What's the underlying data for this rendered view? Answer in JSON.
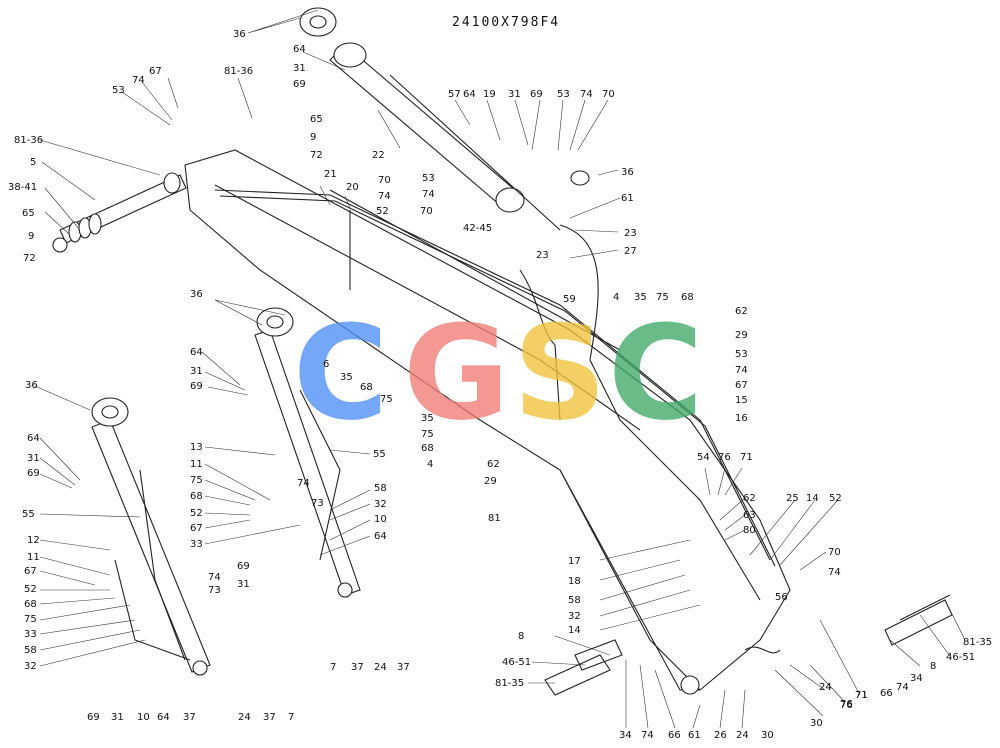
{
  "diagram": {
    "title": "24100X798F4",
    "watermark": {
      "letters": [
        "C",
        "G",
        "S",
        "C"
      ],
      "colors": [
        "#4f8ff7",
        "#f07c74",
        "#f2c23a",
        "#3fa867"
      ]
    },
    "callouts": [
      "36",
      "64",
      "31",
      "69",
      "67",
      "74",
      "53",
      "81-36",
      "65",
      "9",
      "72",
      "81-36",
      "5",
      "38-41",
      "65",
      "9",
      "72",
      "57",
      "64",
      "19",
      "31",
      "69",
      "53",
      "74",
      "70",
      "22",
      "36",
      "61",
      "21",
      "20",
      "70",
      "74",
      "52",
      "53",
      "74",
      "70",
      "42-45",
      "23",
      "27",
      "23",
      "59",
      "4",
      "35",
      "75",
      "68",
      "62",
      "29",
      "53",
      "74",
      "67",
      "15",
      "16",
      "36",
      "64",
      "31",
      "69",
      "6",
      "35",
      "68",
      "75",
      "35",
      "75",
      "68",
      "4",
      "62",
      "29",
      "55",
      "13",
      "11",
      "75",
      "68",
      "52",
      "67",
      "33",
      "74",
      "73",
      "58",
      "32",
      "10",
      "64",
      "69",
      "31",
      "7",
      "37",
      "24",
      "37",
      "81",
      "36",
      "64",
      "31",
      "69",
      "55",
      "12",
      "11",
      "67",
      "52",
      "68",
      "75",
      "33",
      "58",
      "32",
      "74",
      "73",
      "69",
      "31",
      "10",
      "64",
      "37",
      "24",
      "37",
      "7",
      "54",
      "76",
      "71",
      "62",
      "25",
      "14",
      "52",
      "63",
      "80",
      "70",
      "74",
      "17",
      "18",
      "58",
      "32",
      "14",
      "56",
      "71",
      "76",
      "8",
      "46-51",
      "81-35",
      "34",
      "74",
      "66",
      "61",
      "26",
      "24",
      "24",
      "30",
      "30",
      "76",
      "71",
      "66",
      "74",
      "34",
      "8",
      "46-51",
      "81-35"
    ]
  }
}
